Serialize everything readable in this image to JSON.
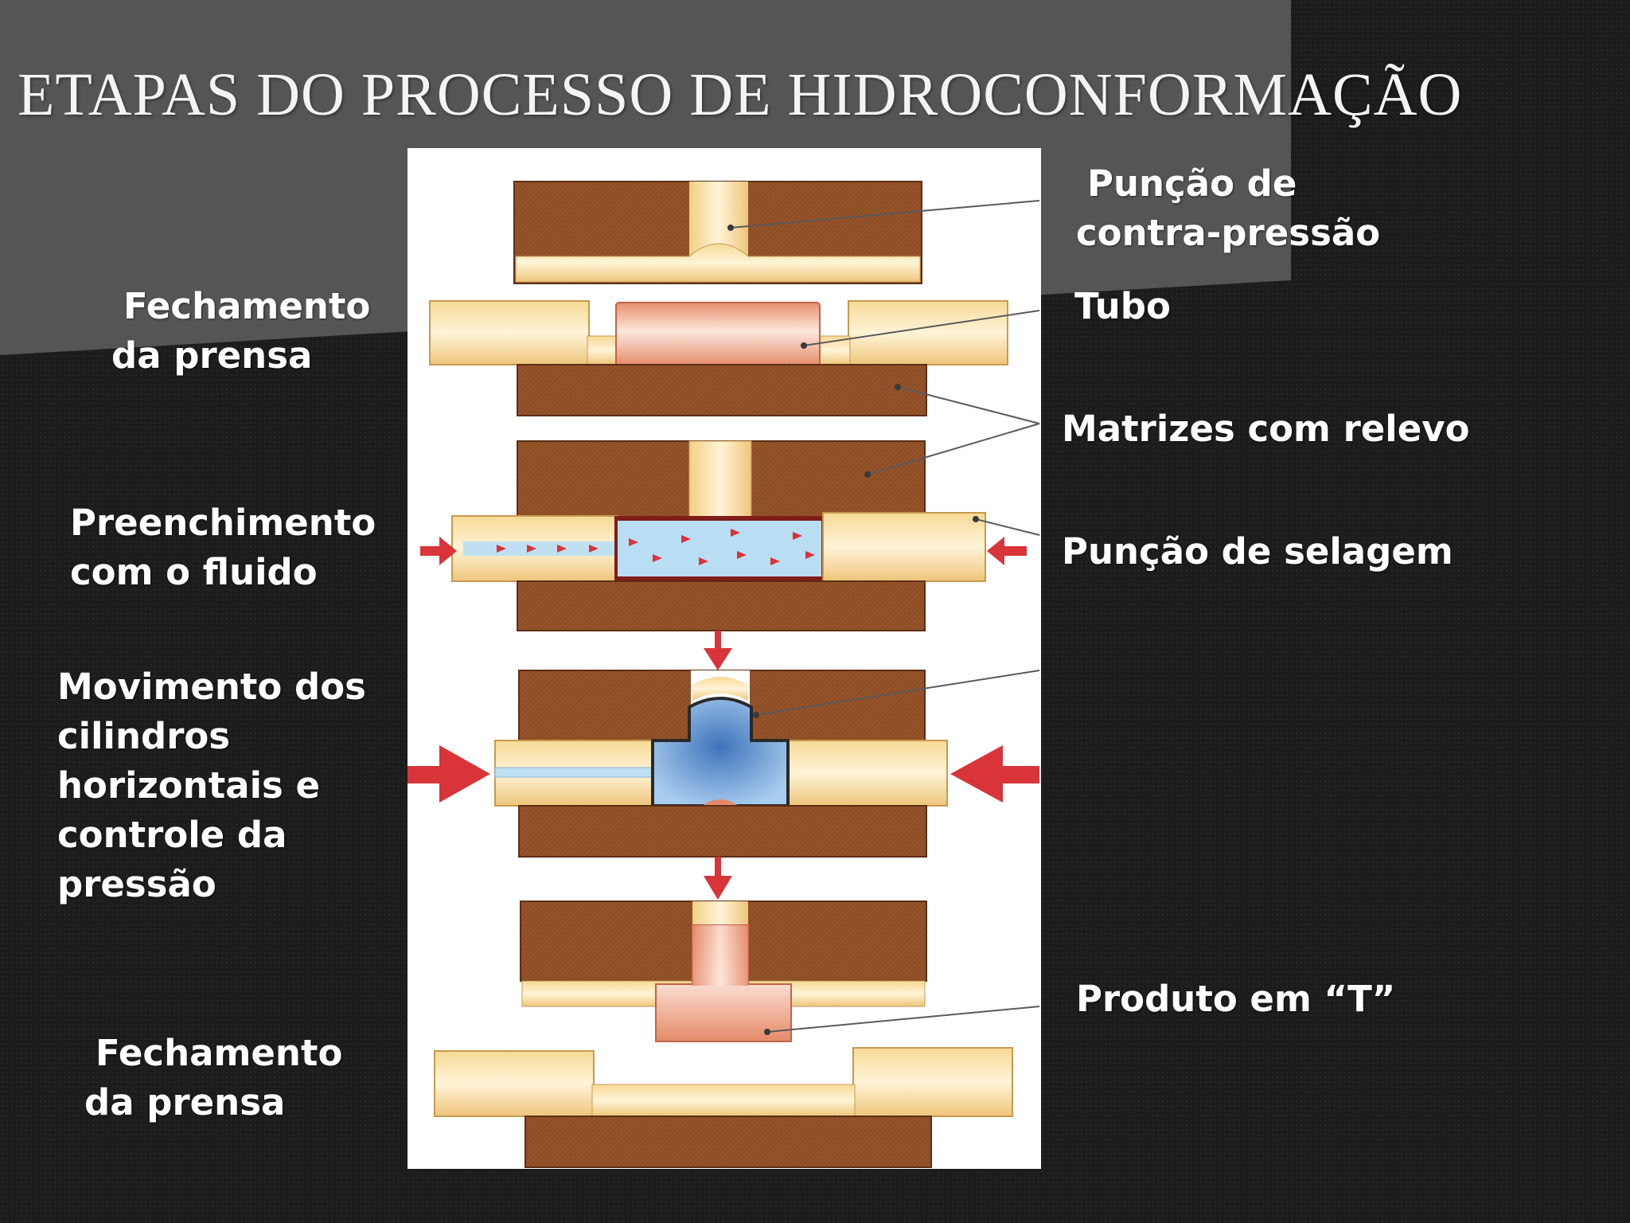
{
  "slide": {
    "title": "ETAPAS DO PROCESSO DE HIDROCONFORMAÇÃO"
  },
  "left_labels": {
    "fechamento_1": [
      "Fechamento",
      "da prensa"
    ],
    "preenchimento": [
      "Preenchimento",
      "com o fluido"
    ],
    "movimento": [
      "Movimento dos",
      "cilindros",
      "horizontais e",
      "controle da",
      "pressão"
    ],
    "fechamento_2": [
      "Fechamento",
      "da prensa"
    ]
  },
  "right_labels": {
    "puncao_contra": [
      "Punção de",
      "contra-pressão"
    ],
    "tubo": "Tubo",
    "matrizes": "Matrizes com relevo",
    "puncao_selagem": "Punção de selagem",
    "produto": "Produto em “T”"
  },
  "colors": {
    "background": "#1c1c1d",
    "wedge": "#5a5a5a",
    "die": "#94532b",
    "die_dark": "#6e3a1c",
    "punch": "#f5d48c",
    "punch_light": "#fdf0cc",
    "tube": "#e89a78",
    "tube_light": "#fbe3d6",
    "fluid": "#a9d4f0",
    "fluid_dark": "#3c78c0",
    "arrow": "#d8343a",
    "leader": "#5a5a5a"
  }
}
